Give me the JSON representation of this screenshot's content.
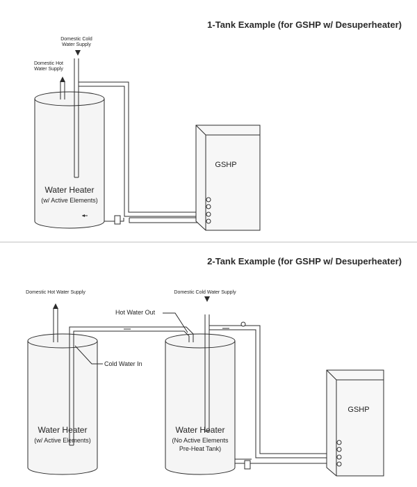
{
  "section1": {
    "title": "1-Tank Example (for GSHP w/ Desuperheater)",
    "cold_supply_line1": "Domestic Cold",
    "cold_supply_line2": "Water Supply",
    "hot_supply_line1": "Domestic Hot",
    "hot_supply_line2": "Water Supply",
    "tank_label": "Water Heater",
    "tank_sublabel": "(w/ Active Elements)",
    "gshp_label": "GSHP"
  },
  "section2": {
    "title": "2-Tank Example (for GSHP w/ Desuperheater)",
    "hot_supply": "Domestic Hot Water Supply",
    "cold_supply": "Domestic Cold Water Supply",
    "hot_water_out": "Hot Water Out",
    "cold_water_in": "Cold Water In",
    "tank1_label": "Water Heater",
    "tank1_sublabel": "(w/ Active Elements)",
    "tank2_label": "Water Heater",
    "tank2_sublabel1": "(No Active Elements",
    "tank2_sublabel2": "Pre-Heat Tank)",
    "gshp_label": "GSHP"
  }
}
